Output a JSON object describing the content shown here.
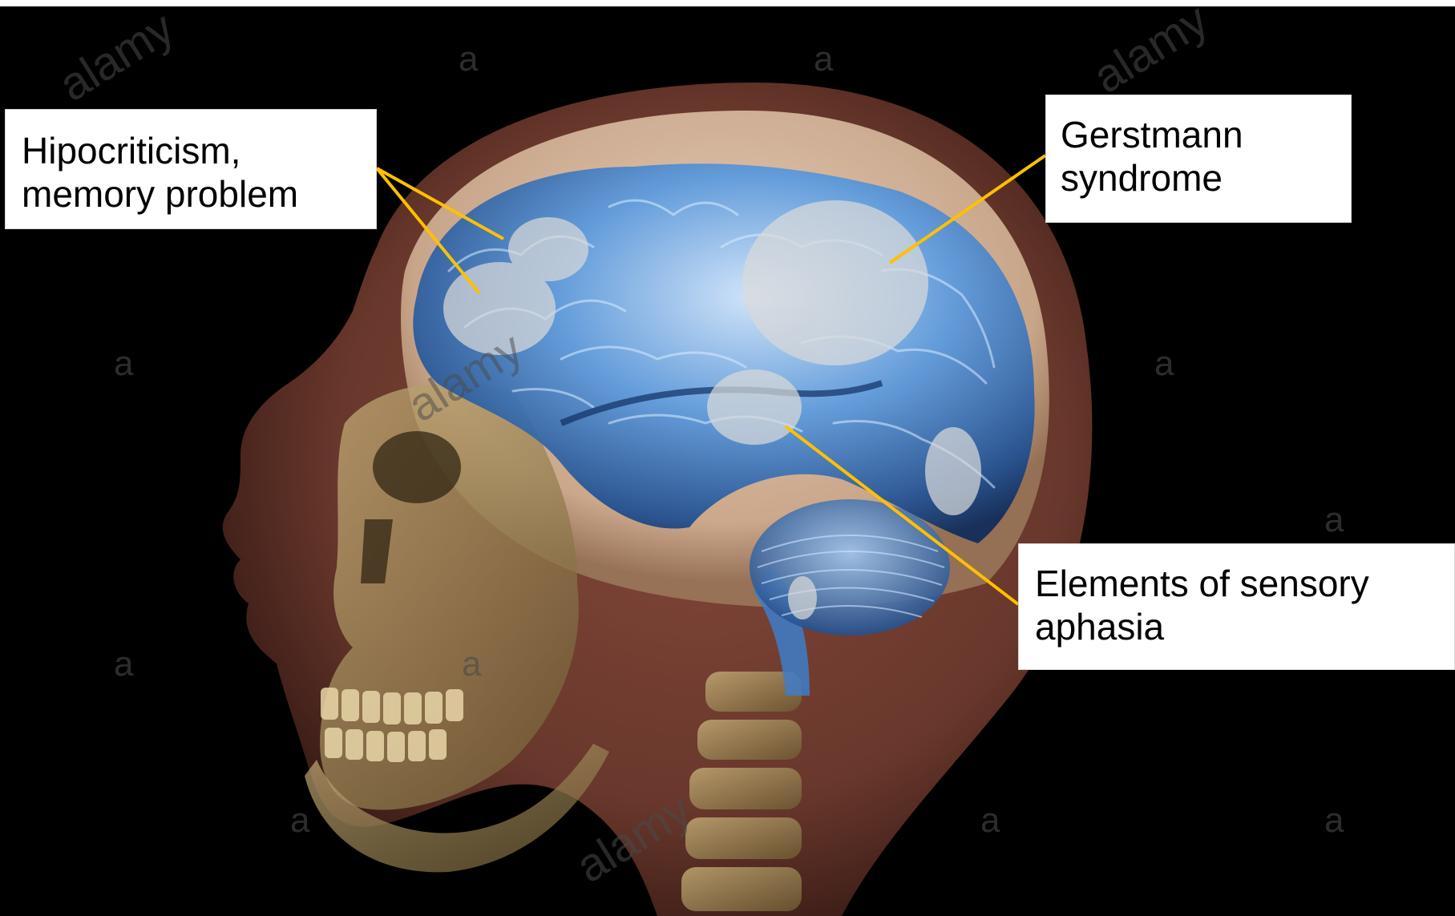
{
  "annotations": {
    "hipocriticism": {
      "line1": "Hipocriticism,",
      "line2": "memory problem"
    },
    "gerstmann": {
      "line1": "Gerstmann",
      "line2": "syndrome"
    },
    "aphasia": {
      "line1": "Elements of sensory",
      "line2": "aphasia"
    }
  },
  "watermarks": {
    "brand": "alamy",
    "glyph": "a"
  },
  "colors": {
    "background": "#000000",
    "leader_line": "#ffc000",
    "highlight": "#d9d9d9",
    "brain": "#4a8fd8",
    "skull": "#a8905a",
    "skin": "#6e3a2e"
  }
}
